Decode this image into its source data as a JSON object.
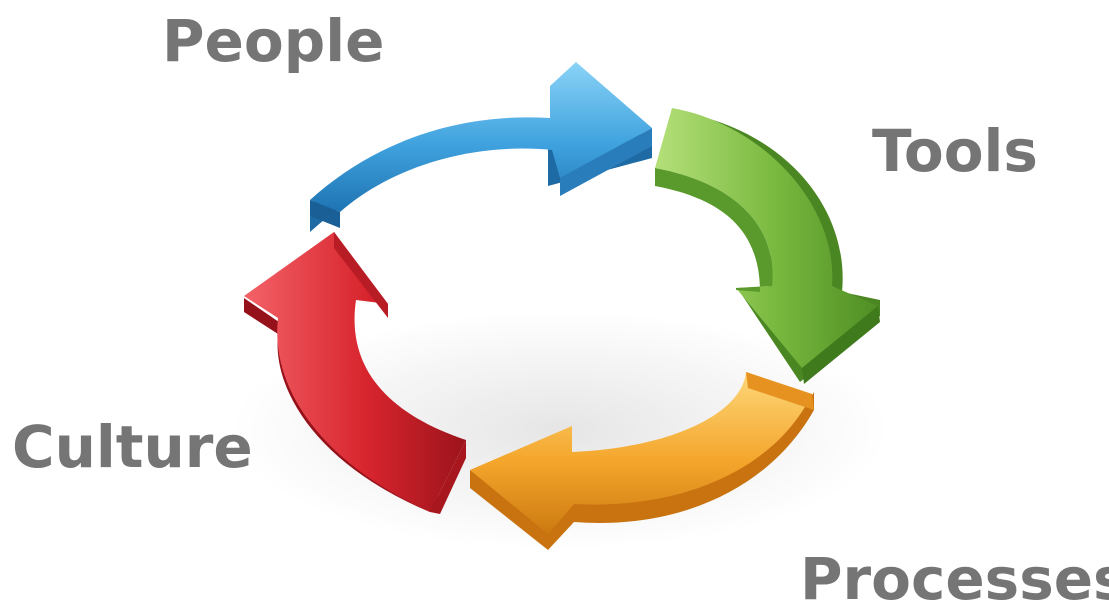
{
  "labels": {
    "people": "People",
    "tools": "Tools",
    "culture": "Culture",
    "processes": "Processes"
  },
  "arrows": {
    "people": {
      "color": "#3a9ad9",
      "light": "#7cc8f2",
      "dark": "#1f6fa8"
    },
    "tools": {
      "color": "#72b43c",
      "light": "#a8d86a",
      "dark": "#4c8a22"
    },
    "processes": {
      "color": "#f2a22a",
      "light": "#fcd06a",
      "dark": "#c9760f"
    },
    "culture": {
      "color": "#d7232c",
      "light": "#f0575c",
      "dark": "#98121a"
    }
  },
  "label_color": "#757575"
}
